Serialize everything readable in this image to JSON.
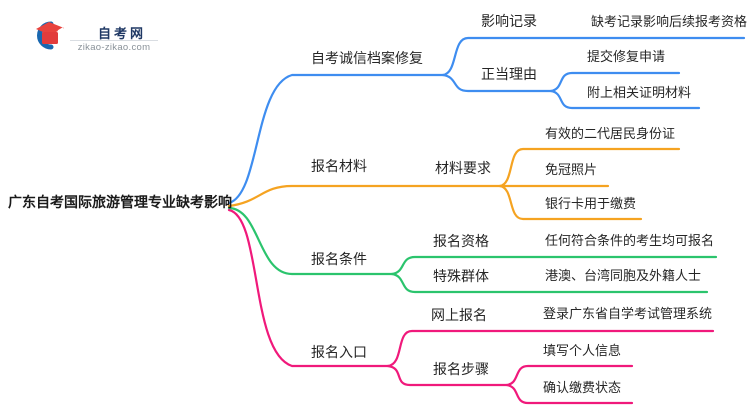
{
  "logo": {
    "title": "自考网",
    "domain": "zikao-zikao.com",
    "icon": "graduation-cap-crescent",
    "colors": {
      "crescent": "#1968B0",
      "cap": "#E8433E",
      "title": "#1F3864"
    }
  },
  "root": {
    "label": "广东自考国际旅游管理专业缺考影响"
  },
  "branches": [
    {
      "label": "自考诚信档案修复",
      "color": "#3E8DF0",
      "children": [
        {
          "label": "影响记录",
          "children": [
            {
              "label": "缺考记录影响后续报考资格"
            }
          ]
        },
        {
          "label": "正当理由",
          "children": [
            {
              "label": "提交修复申请"
            },
            {
              "label": "附上相关证明材料"
            }
          ]
        }
      ]
    },
    {
      "label": "报名材料",
      "color": "#F5A321",
      "children": [
        {
          "label": "材料要求",
          "children": [
            {
              "label": "有效的二代居民身份证"
            },
            {
              "label": "免冠照片"
            },
            {
              "label": "银行卡用于缴费"
            }
          ]
        }
      ]
    },
    {
      "label": "报名条件",
      "color": "#2BC46D",
      "children": [
        {
          "label": "报名资格",
          "children": [
            {
              "label": "任何符合条件的考生均可报名"
            }
          ]
        },
        {
          "label": "特殊群体",
          "children": [
            {
              "label": "港澳、台湾同胞及外籍人士"
            }
          ]
        }
      ]
    },
    {
      "label": "报名入口",
      "color": "#F0197B",
      "children": [
        {
          "label": "网上报名",
          "children": [
            {
              "label": "登录广东省自学考试管理系统"
            }
          ]
        },
        {
          "label": "报名步骤",
          "children": [
            {
              "label": "填写个人信息"
            },
            {
              "label": "确认缴费状态"
            }
          ]
        }
      ]
    }
  ]
}
